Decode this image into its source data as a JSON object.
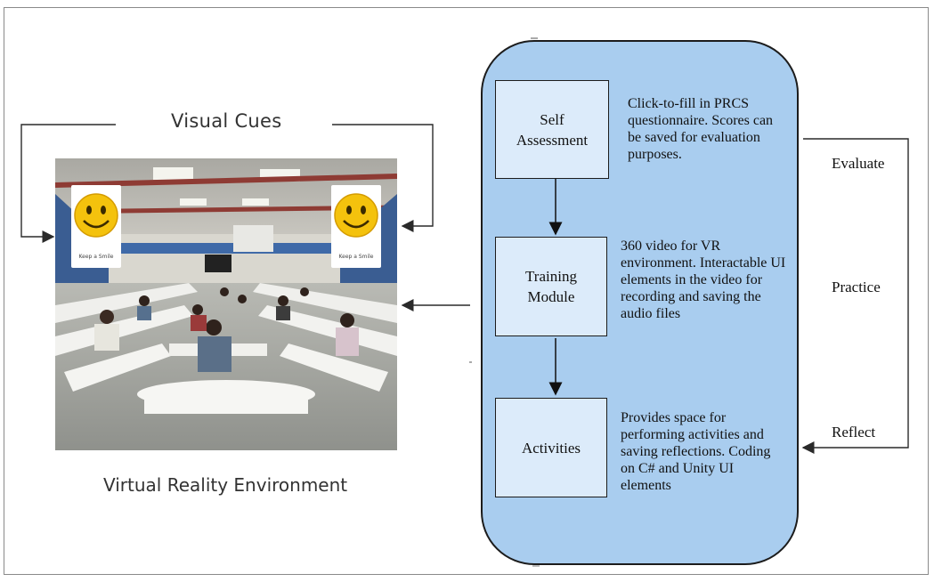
{
  "labels": {
    "visual_cues": "Visual Cues",
    "vr_environment": "Virtual Reality Environment",
    "smiley_caption": "Keep a Smile"
  },
  "modules": [
    {
      "title": "Self Assessment",
      "description": "Click-to-fill in PRCS questionnaire. Scores can be saved for evaluation purposes."
    },
    {
      "title": "Training Module",
      "description": "360 video for VR environment. Interactable UI elements in the video for recording and saving the audio files"
    },
    {
      "title": "Activities",
      "description": "Provides space for performing activities and saving reflections. Coding on C# and Unity UI elements"
    }
  ],
  "loop": {
    "evaluate": "Evaluate",
    "practice": "Practice",
    "reflect": "Reflect"
  },
  "colors": {
    "panel": "#a9cdef",
    "box": "#dcebfa",
    "line": "#1c1c1c"
  }
}
